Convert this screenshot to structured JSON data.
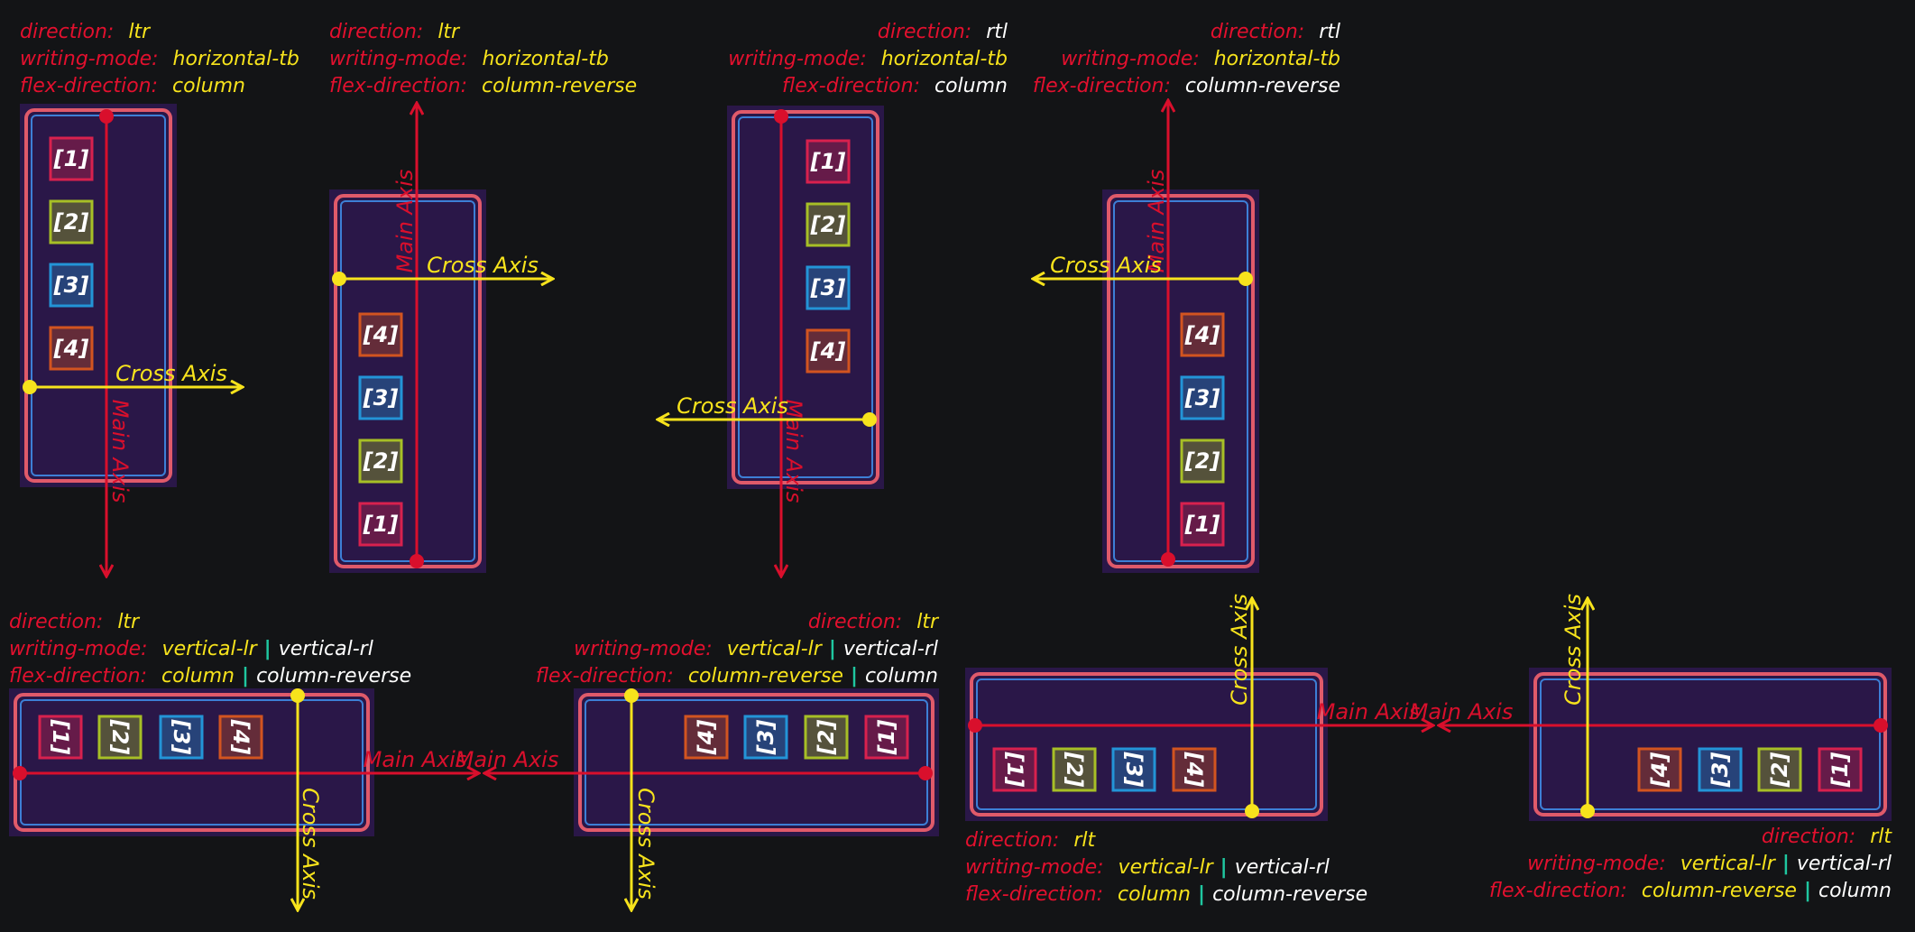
{
  "colors": {
    "background": "#131416",
    "property_name": "#e3102e",
    "value_main": "#f7e31c",
    "value_alt": "#ffffff",
    "separator": "#1fc7a0",
    "main_axis": "#d90f2c",
    "cross_axis": "#f7e31c",
    "panel_fill": "#2a1748",
    "panel_border_outer": "#e05a6a",
    "panel_border_inner": "#3d7fd6",
    "item_1": "#d8214e",
    "item_2": "#a7bf26",
    "item_3": "#2394d7",
    "item_4": "#d25420"
  },
  "labels": {
    "main_axis": "Main Axis",
    "cross_axis": "Cross Axis",
    "separator": "|"
  },
  "items": [
    "[1]",
    "[2]",
    "[3]",
    "[4]"
  ],
  "diagrams": [
    {
      "props": [
        {
          "name": "direction:",
          "values": [
            "ltr"
          ]
        },
        {
          "name": "writing-mode:",
          "values": [
            "horizontal-tb"
          ]
        },
        {
          "name": "flex-direction:",
          "values": [
            "column"
          ]
        }
      ]
    },
    {
      "props": [
        {
          "name": "direction:",
          "values": [
            "ltr"
          ]
        },
        {
          "name": "writing-mode:",
          "values": [
            "horizontal-tb"
          ]
        },
        {
          "name": "flex-direction:",
          "values": [
            "column-reverse"
          ]
        }
      ]
    },
    {
      "props": [
        {
          "name": "direction:",
          "values": [
            "rtl"
          ]
        },
        {
          "name": "writing-mode:",
          "values": [
            "horizontal-tb"
          ]
        },
        {
          "name": "flex-direction:",
          "values": [
            "column"
          ]
        }
      ]
    },
    {
      "props": [
        {
          "name": "direction:",
          "values": [
            "rtl"
          ]
        },
        {
          "name": "writing-mode:",
          "values": [
            "horizontal-tb"
          ]
        },
        {
          "name": "flex-direction:",
          "values": [
            "column-reverse"
          ]
        }
      ]
    },
    {
      "props": [
        {
          "name": "direction:",
          "values": [
            "ltr"
          ]
        },
        {
          "name": "writing-mode:",
          "values": [
            "vertical-lr",
            "vertical-rl"
          ]
        },
        {
          "name": "flex-direction:",
          "values": [
            "column",
            "column-reverse"
          ]
        }
      ]
    },
    {
      "props": [
        {
          "name": "direction:",
          "values": [
            "ltr"
          ]
        },
        {
          "name": "writing-mode:",
          "values": [
            "vertical-lr",
            "vertical-rl"
          ]
        },
        {
          "name": "flex-direction:",
          "values": [
            "column-reverse",
            "column"
          ]
        }
      ]
    },
    {
      "props": [
        {
          "name": "direction:",
          "values": [
            "rlt"
          ]
        },
        {
          "name": "writing-mode:",
          "values": [
            "vertical-lr",
            "vertical-rl"
          ]
        },
        {
          "name": "flex-direction:",
          "values": [
            "column",
            "column-reverse"
          ]
        }
      ]
    },
    {
      "props": [
        {
          "name": "direction:",
          "values": [
            "rlt"
          ]
        },
        {
          "name": "writing-mode:",
          "values": [
            "vertical-lr",
            "vertical-rl"
          ]
        },
        {
          "name": "flex-direction:",
          "values": [
            "column-reverse",
            "column"
          ]
        }
      ]
    }
  ]
}
